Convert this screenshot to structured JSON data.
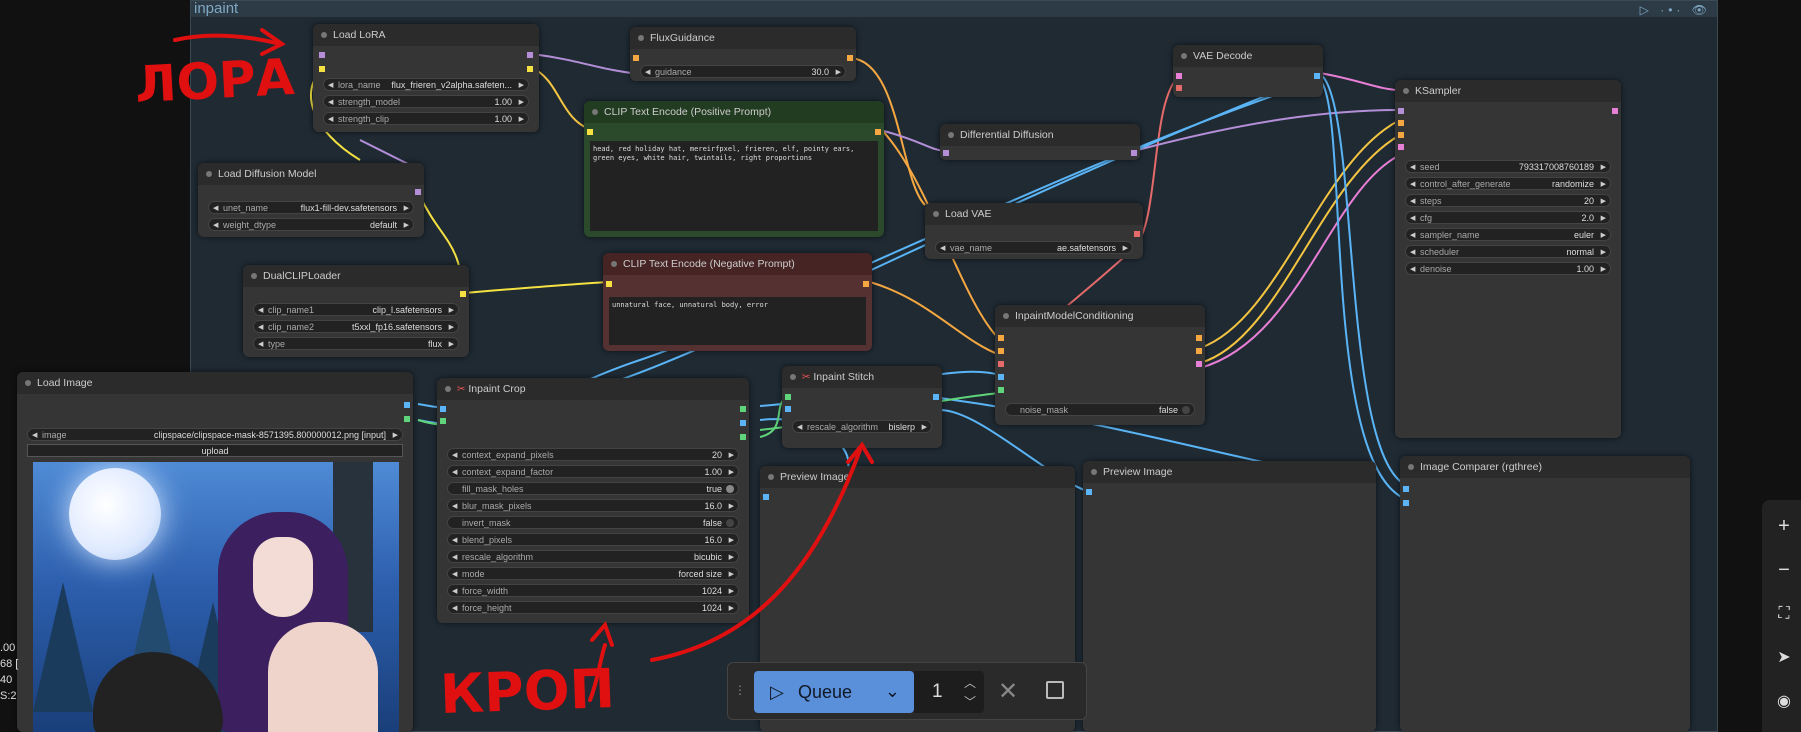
{
  "group": {
    "title": "inpaint",
    "tools": "▷ ·•· 👁"
  },
  "nodes": {
    "load_lora": {
      "title": "Load LoRA",
      "widgets": [
        {
          "label": "lora_name",
          "value": "flux_frieren_v2alpha.safeten..."
        },
        {
          "label": "strength_model",
          "value": "1.00"
        },
        {
          "label": "strength_clip",
          "value": "1.00"
        }
      ]
    },
    "flux_guidance": {
      "title": "FluxGuidance",
      "widgets": [
        {
          "label": "guidance",
          "value": "30.0"
        }
      ]
    },
    "clip_positive": {
      "title": "CLIP Text Encode (Positive Prompt)",
      "text": "head, red holiday hat, mereirfpxel, frieren, elf, pointy ears, green eyes, white hair, twintails, right proportions"
    },
    "clip_negative": {
      "title": "CLIP Text Encode (Negative Prompt)",
      "text": "unnatural face, unnatural body, error"
    },
    "differential_diffusion": {
      "title": "Differential Diffusion"
    },
    "vae_decode": {
      "title": "VAE Decode"
    },
    "load_vae": {
      "title": "Load VAE",
      "widgets": [
        {
          "label": "vae_name",
          "value": "ae.safetensors"
        }
      ]
    },
    "ksampler": {
      "title": "KSampler",
      "widgets": [
        {
          "label": "seed",
          "value": "793317008760189"
        },
        {
          "label": "control_after_generate",
          "value": "randomize"
        },
        {
          "label": "steps",
          "value": "20"
        },
        {
          "label": "cfg",
          "value": "2.0"
        },
        {
          "label": "sampler_name",
          "value": "euler"
        },
        {
          "label": "scheduler",
          "value": "normal"
        },
        {
          "label": "denoise",
          "value": "1.00"
        }
      ]
    },
    "load_diffusion": {
      "title": "Load Diffusion Model",
      "widgets": [
        {
          "label": "unet_name",
          "value": "flux1-fill-dev.safetensors"
        },
        {
          "label": "weight_dtype",
          "value": "default"
        }
      ]
    },
    "dual_clip": {
      "title": "DualCLIPLoader",
      "widgets": [
        {
          "label": "clip_name1",
          "value": "clip_l.safetensors"
        },
        {
          "label": "clip_name2",
          "value": "t5xxl_fp16.safetensors"
        },
        {
          "label": "type",
          "value": "flux"
        }
      ]
    },
    "inpaint_model_cond": {
      "title": "InpaintModelConditioning",
      "widgets": [
        {
          "label": "noise_mask",
          "value": "false"
        }
      ]
    },
    "load_image": {
      "title": "Load Image",
      "widgets": [
        {
          "label": "image",
          "value": "clipspace/clipspace-mask-8571395.800000012.png [input]"
        }
      ],
      "upload_label": "upload"
    },
    "inpaint_crop": {
      "title": "Inpaint Crop",
      "widgets": [
        {
          "label": "context_expand_pixels",
          "value": "20"
        },
        {
          "label": "context_expand_factor",
          "value": "1.00"
        },
        {
          "label": "fill_mask_holes",
          "value": "true"
        },
        {
          "label": "blur_mask_pixels",
          "value": "16.0"
        },
        {
          "label": "invert_mask",
          "value": "false"
        },
        {
          "label": "blend_pixels",
          "value": "16.0"
        },
        {
          "label": "rescale_algorithm",
          "value": "bicubic"
        },
        {
          "label": "mode",
          "value": "forced size"
        },
        {
          "label": "force_width",
          "value": "1024"
        },
        {
          "label": "force_height",
          "value": "1024"
        }
      ]
    },
    "inpaint_stitch": {
      "title": "Inpaint Stitch",
      "widgets": [
        {
          "label": "rescale_algorithm",
          "value": "bislerp"
        }
      ]
    },
    "preview1": {
      "title": "Preview Image"
    },
    "preview2": {
      "title": "Preview Image"
    },
    "image_comparer": {
      "title": "Image Comparer (rgthree)"
    }
  },
  "queue": {
    "label": "Queue",
    "count": "1"
  },
  "left_stats": [
    ".00",
    "68 [",
    "40",
    "S:2"
  ],
  "annotations": {
    "lora": "ЛОРА",
    "crop": "КРОП"
  },
  "colors": {
    "accent": "#5a8fd9",
    "annotation": "#e01010",
    "positive": "#2b4a2b",
    "negative": "#553131"
  }
}
